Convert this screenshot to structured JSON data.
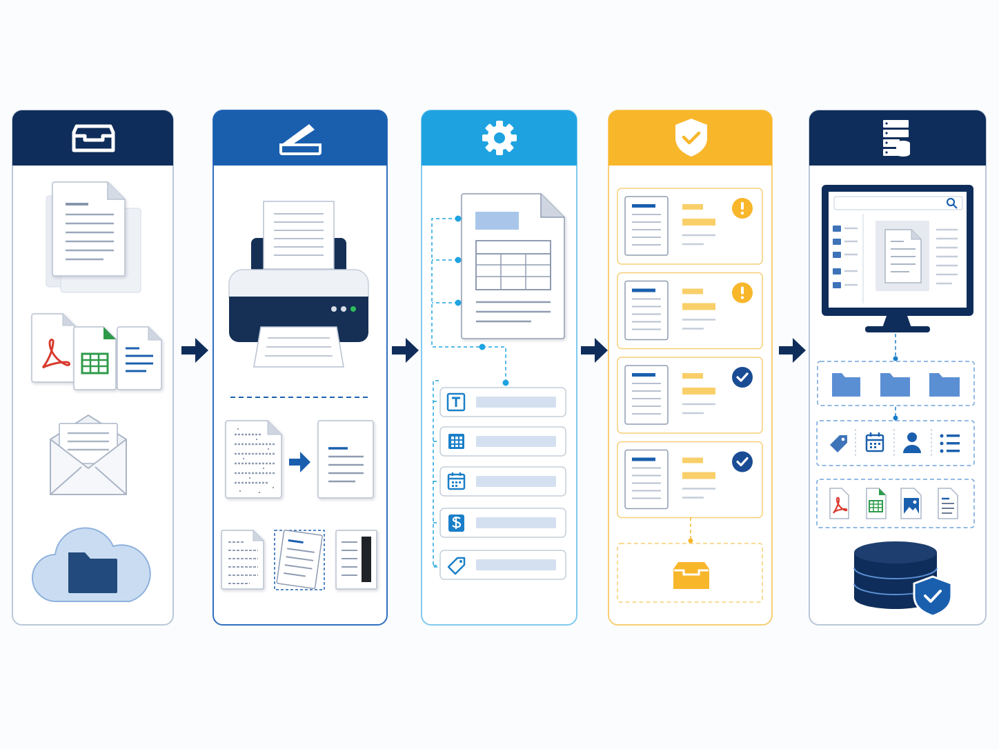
{
  "diagram": {
    "kind": "document-processing pipeline",
    "stages": [
      {
        "id": "capture",
        "header_icon": "inbox-tray-icon",
        "accent": "#0f2d5a",
        "border": "#b9c7da"
      },
      {
        "id": "scan",
        "header_icon": "flatbed-scanner-icon",
        "accent": "#1a5fae",
        "border": "#2f6fc0"
      },
      {
        "id": "extract",
        "header_icon": "gear-icon",
        "accent": "#1fa3e0",
        "border": "#7fcaf0"
      },
      {
        "id": "validate",
        "header_icon": "shield-check-icon",
        "accent": "#f8b62b",
        "border": "#f6cf75"
      },
      {
        "id": "store",
        "header_icon": "server-database-icon",
        "accent": "#0f2d5a",
        "border": "#b9c7da"
      }
    ],
    "connector": "right-arrow-icon",
    "capture_sources": [
      "stacked-documents-icon",
      "pdf-file-icon",
      "spreadsheet-file-icon",
      "text-file-icon",
      "email-envelope-icon",
      "cloud-folder-icon"
    ],
    "scan_steps": [
      "printer-scanner-icon",
      "noisy-scan-icon",
      "cleaned-document-icon",
      "speckled-page-icon",
      "skewed-page-icon",
      "black-border-page-icon"
    ],
    "extract_fields": [
      "text-field-icon",
      "table-field-icon",
      "date-field-icon",
      "amount-field-icon",
      "tag-field-icon"
    ],
    "validation_results": [
      "warning-icon",
      "warning-icon",
      "check-icon",
      "check-icon"
    ],
    "store_metadata": [
      "tag-icon",
      "calendar-icon",
      "user-icon",
      "list-icon"
    ],
    "store_filetypes": [
      "pdf-file-icon",
      "spreadsheet-file-icon",
      "image-file-icon",
      "text-file-icon"
    ],
    "colors": {
      "navy": "#0f2d5a",
      "blue": "#1a5fae",
      "sky": "#1fa3e0",
      "amber": "#f8b62b",
      "pale_blue": "#d4e0f0",
      "folder_blue": "#5b8fd4",
      "pdf_red": "#d83a2e",
      "sheet_green": "#2e9b4a"
    }
  }
}
